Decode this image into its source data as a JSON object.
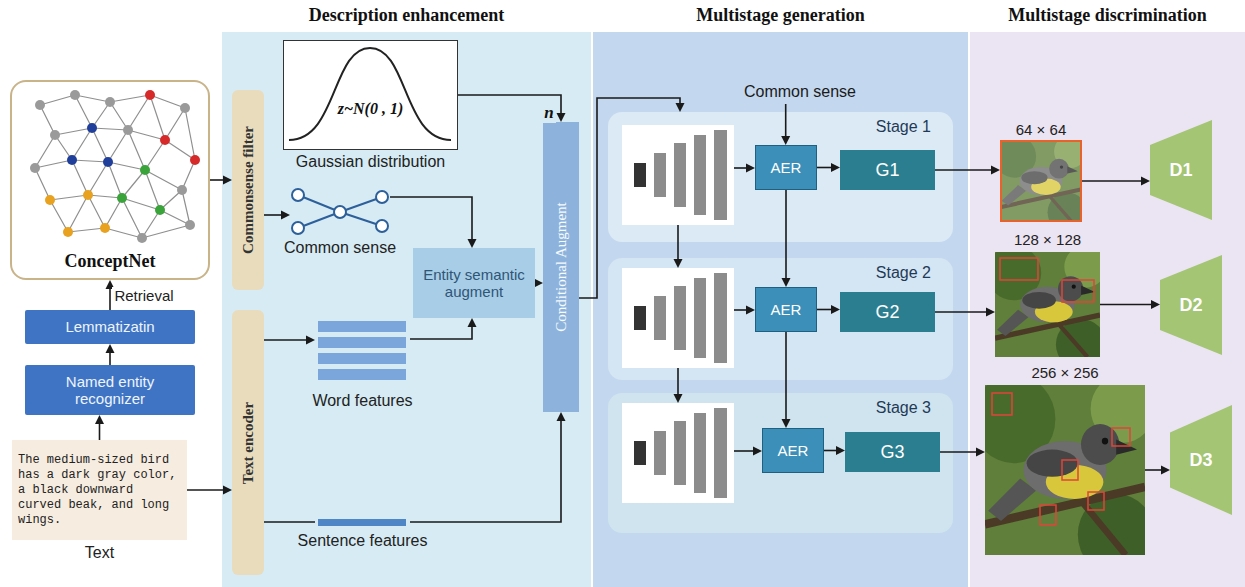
{
  "diagram": {
    "nodes": [
      {
        "text": [
          "ConceptNet"
        ]
      },
      {
        "text": [
          "Lemmatizatin"
        ]
      },
      {
        "text": [
          "Named entity recognizer"
        ]
      },
      {
        "text": [
          "The medium-sized bird has a dark gray color, a black downward curved beak, and long wings.",
          "Text"
        ]
      },
      {
        "text": [
          "Description enhancement"
        ]
      },
      {
        "text": [
          "z~N(0 , 1)",
          "Gaussian distribution"
        ],
        "in": 4
      },
      {
        "text": [
          "Commonsense filter"
        ],
        "in": 4
      },
      {
        "text": [
          "Common sense"
        ],
        "in": 4
      },
      {
        "text": [
          "Entity semantic augment"
        ],
        "in": 4
      },
      {
        "text": [
          "Text encoder"
        ],
        "in": 4
      },
      {
        "text": [
          "Word features"
        ],
        "in": 4
      },
      {
        "text": [
          "Sentence features"
        ],
        "in": 4
      },
      {
        "text": [
          "Conditional Augment"
        ],
        "in": 4
      },
      {
        "text": [
          "Multistage generation"
        ]
      },
      {
        "text": [
          "Common sense"
        ],
        "in": 13
      },
      {
        "text": [
          "Stage 1"
        ],
        "in": 13
      },
      {
        "text": [
          "AER"
        ],
        "in": 15
      },
      {
        "text": [
          "G1"
        ],
        "in": 15
      },
      {
        "text": [
          "Stage 2"
        ],
        "in": 13
      },
      {
        "text": [
          "AER"
        ],
        "in": 18
      },
      {
        "text": [
          "G2"
        ],
        "in": 18
      },
      {
        "text": [
          "Stage 3"
        ],
        "in": 13
      },
      {
        "text": [
          "AER"
        ],
        "in": 21
      },
      {
        "text": [
          "G3"
        ],
        "in": 21
      },
      {
        "text": [
          "Multistage discrimination"
        ]
      },
      {
        "text": [
          "64 × 64"
        ],
        "in": 24
      },
      {
        "text": [
          "D1"
        ],
        "in": 24
      },
      {
        "text": [
          "128 × 128"
        ],
        "in": 24
      },
      {
        "text": [
          "D2"
        ],
        "in": 24
      },
      {
        "text": [
          "256 × 256"
        ],
        "in": 24
      },
      {
        "text": [
          "D3"
        ],
        "in": 24
      }
    ],
    "edges": [
      {
        "from": 3,
        "to": 2,
        "arrow": "to"
      },
      {
        "from": 2,
        "to": 1,
        "arrow": "to"
      },
      {
        "from": 1,
        "to": 0,
        "label": "Retrieval",
        "arrow": "to"
      },
      {
        "from": 0,
        "to": 6,
        "arrow": "to"
      },
      {
        "from": 3,
        "to": 9,
        "arrow": "to"
      },
      {
        "from": 6,
        "to": 7,
        "arrow": "to"
      },
      {
        "from": 9,
        "to": 10,
        "arrow": "to"
      },
      {
        "from": 9,
        "to": 11,
        "arrow": "none"
      },
      {
        "from": 7,
        "to": 8,
        "arrow": "to"
      },
      {
        "from": 10,
        "to": 8,
        "arrow": "to"
      },
      {
        "from": 5,
        "to": 12,
        "label": "n",
        "arrow": "to"
      },
      {
        "from": 8,
        "to": 12,
        "arrow": "to"
      },
      {
        "from": 11,
        "to": 12,
        "arrow": "to"
      },
      {
        "from": 12,
        "to": 15,
        "arrow": "to"
      },
      {
        "from": 14,
        "to": 16,
        "arrow": "to"
      },
      {
        "from": 16,
        "to": 17,
        "arrow": "to"
      },
      {
        "from": 16,
        "to": 19,
        "arrow": "to"
      },
      {
        "from": 19,
        "to": 20,
        "arrow": "to"
      },
      {
        "from": 19,
        "to": 22,
        "arrow": "to"
      },
      {
        "from": 22,
        "to": 23,
        "arrow": "to"
      },
      {
        "from": 17,
        "to": 25,
        "arrow": "to"
      },
      {
        "from": 25,
        "to": 26,
        "arrow": "to"
      },
      {
        "from": 20,
        "to": 27,
        "arrow": "to"
      },
      {
        "from": 27,
        "to": 28,
        "arrow": "to"
      },
      {
        "from": 23,
        "to": 29,
        "arrow": "to"
      },
      {
        "from": 29,
        "to": 30,
        "arrow": "to"
      }
    ]
  }
}
